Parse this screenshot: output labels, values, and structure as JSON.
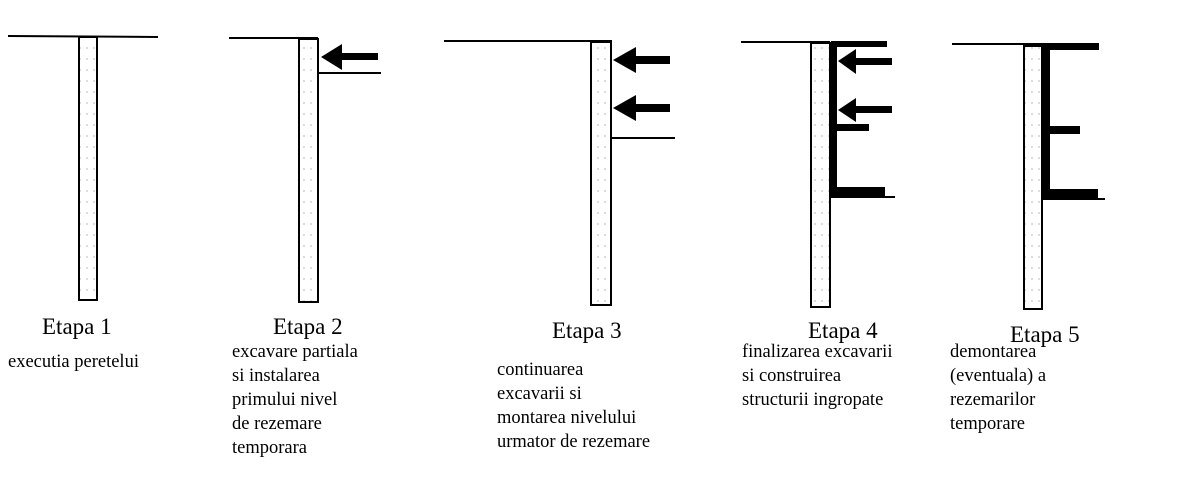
{
  "stages": [
    {
      "title": "Etapa 1",
      "lines": [
        "executia peretelui"
      ]
    },
    {
      "title": "Etapa 2",
      "lines": [
        "excavare partiala",
        "si instalarea",
        "primului nivel",
        "de rezemare",
        "temporara"
      ]
    },
    {
      "title": "Etapa 3",
      "lines": [
        "continuarea",
        "excavarii si",
        "montarea nivelului",
        "urmator de rezemare"
      ]
    },
    {
      "title": "Etapa 4",
      "lines": [
        "finalizarea excavarii",
        "si construirea",
        "structurii ingropate"
      ]
    },
    {
      "title": "Etapa 5",
      "lines": [
        "demontarea",
        "(eventuala) a",
        "rezemarilor",
        "temporare"
      ]
    }
  ]
}
